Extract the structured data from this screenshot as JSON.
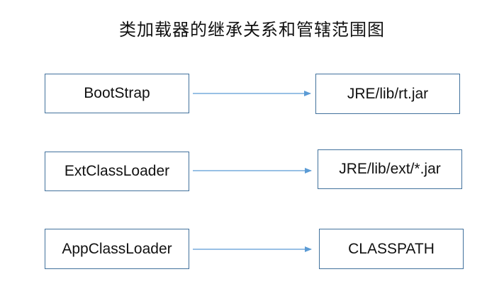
{
  "title": "类加载器的继承关系和管辖范围图",
  "rows": [
    {
      "loader": "BootStrap",
      "scope": "JRE/lib/rt.jar"
    },
    {
      "loader": "ExtClassLoader",
      "scope": "JRE/lib/ext/*.jar"
    },
    {
      "loader": "AppClassLoader",
      "scope": "CLASSPATH"
    }
  ],
  "colors": {
    "box_border": "#41719c",
    "arrow": "#5b9bd5"
  }
}
